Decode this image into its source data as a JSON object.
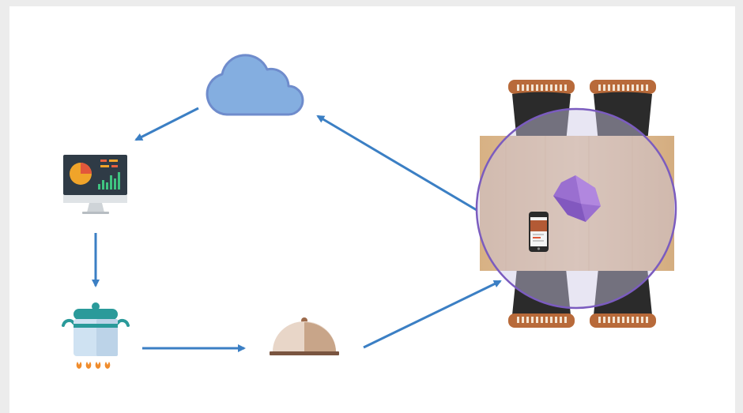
{
  "diagram": {
    "nodes": [
      {
        "id": "cloud",
        "icon": "cloud-icon"
      },
      {
        "id": "dashboard",
        "icon": "monitor-dashboard-icon"
      },
      {
        "id": "cooking",
        "icon": "cooking-pot-icon"
      },
      {
        "id": "serving",
        "icon": "cloche-icon"
      },
      {
        "id": "table",
        "icon": "dining-table-icon"
      }
    ],
    "flow": [
      {
        "from": "table",
        "to": "cloud"
      },
      {
        "from": "cloud",
        "to": "dashboard"
      },
      {
        "from": "dashboard",
        "to": "cooking"
      },
      {
        "from": "cooking",
        "to": "serving"
      },
      {
        "from": "serving",
        "to": "table"
      }
    ],
    "colors": {
      "arrow": "#3b7fc4",
      "cloud": "#84aee0",
      "table_wood": "#d9b48a",
      "sensor_circle": "#7b5cbf",
      "gem": "#9a6fd0",
      "chair_seat": "#2b2b2b",
      "chair_back": "#b86a3a"
    }
  }
}
